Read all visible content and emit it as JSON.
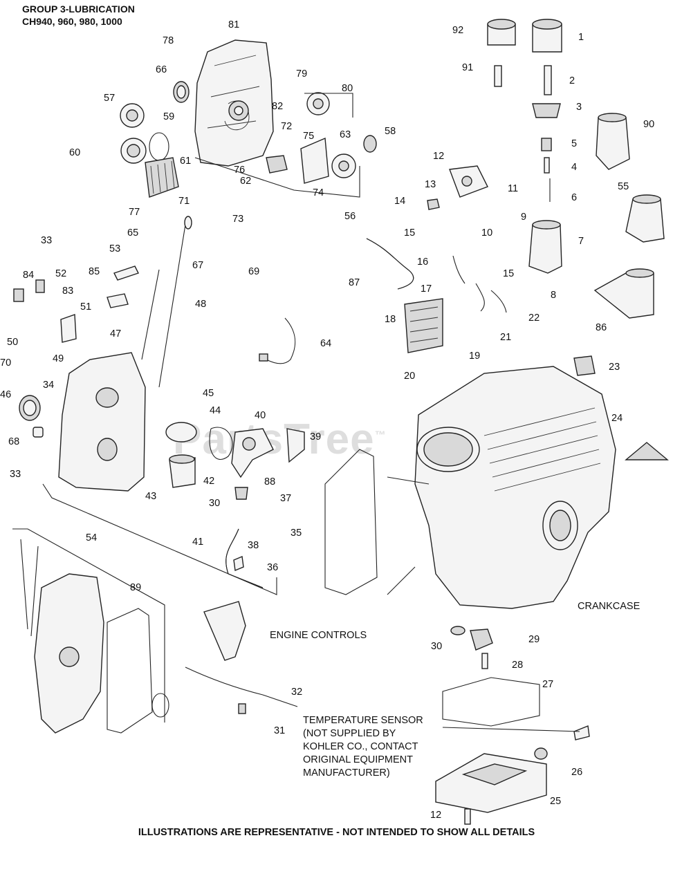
{
  "header": {
    "line1": "GROUP 3-LUBRICATION",
    "line2": "CH940, 960, 980, 1000"
  },
  "footer": "ILLUSTRATIONS ARE REPRESENTATIVE - NOT INTENDED TO SHOW ALL DETAILS",
  "watermark": "PartsTree",
  "watermark_mark": "™",
  "callouts": {
    "crankcase": "CRANKCASE",
    "engine_controls": "ENGINE CONTROLS",
    "temperature_sensor": "TEMPERATURE SENSOR\n(NOT SUPPLIED BY\nKOHLER CO., CONTACT\nORIGINAL EQUIPMENT\nMANUFACTURER)"
  },
  "part_numbers": [
    "1",
    "2",
    "3",
    "4",
    "5",
    "6",
    "7",
    "8",
    "9",
    "10",
    "11",
    "12",
    "12",
    "13",
    "14",
    "15",
    "15",
    "16",
    "17",
    "18",
    "19",
    "20",
    "21",
    "22",
    "23",
    "24",
    "25",
    "26",
    "27",
    "28",
    "29",
    "30",
    "30",
    "31",
    "32",
    "33",
    "33",
    "34",
    "35",
    "36",
    "37",
    "38",
    "39",
    "40",
    "41",
    "42",
    "43",
    "44",
    "45",
    "46",
    "47",
    "48",
    "49",
    "50",
    "51",
    "52",
    "53",
    "54",
    "55",
    "56",
    "57",
    "58",
    "59",
    "60",
    "61",
    "62",
    "63",
    "64",
    "65",
    "66",
    "67",
    "68",
    "69",
    "70",
    "71",
    "72",
    "73",
    "74",
    "75",
    "76",
    "77",
    "78",
    "79",
    "80",
    "81",
    "82",
    "83",
    "84",
    "85",
    "86",
    "87",
    "88",
    "89",
    "90",
    "91",
    "92"
  ]
}
